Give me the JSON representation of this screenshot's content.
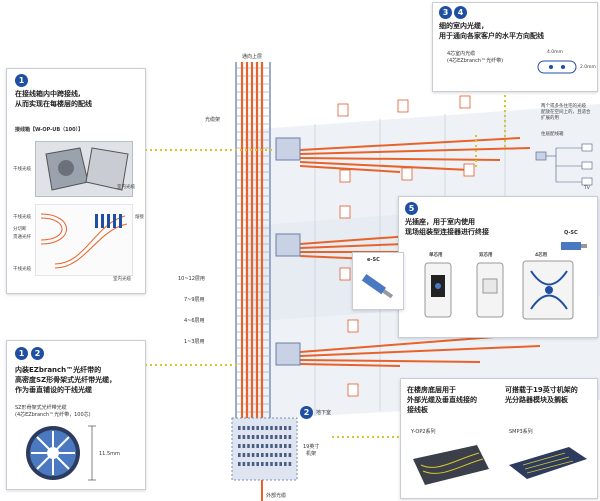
{
  "colors": {
    "accent": "#1f4fa3",
    "fiber": "#e8632a",
    "callout": "#d8c52c",
    "riser": "#7a8fb8",
    "floor": "#e9ecf2"
  },
  "callout1": {
    "badge": "1",
    "title_lines": [
      "在接线箱内中跨接线,",
      "从而实现在每楼层的配线"
    ],
    "product": "接线箱【W-OP-UB（100）】",
    "labels": {
      "trunk_cable": "干线光缆",
      "indoor_cable": "室内光缆",
      "trunk_cable2": "干线光缆",
      "cutter": "分切断",
      "shared_fiber": "贯通光纤",
      "connector": "熔接",
      "indoor_cable2": "室内光缆",
      "trunk_cable3": "干线光缆"
    }
  },
  "callout12": {
    "badges": [
      "1",
      "2"
    ],
    "title_lines": [
      "内装EZbranch™光纤带的",
      "高密度SZ形骨架式光纤带光缆，",
      "作为垂直铺设的干线光缆"
    ],
    "sub_lines": [
      "SZ形骨架式光纤带光缆",
      "(4芯EZbranch™光纤带，100芯)"
    ],
    "dimension": "11.5mm"
  },
  "callout34": {
    "badges": [
      "3",
      "4"
    ],
    "title_lines": [
      "细的室内光缆，",
      "用于通向各家客户的水平方向配线"
    ],
    "product_lines": [
      "4芯室内光缆",
      "(4芯EZbranch™光纤带)"
    ],
    "width_dim": "4.0mm",
    "height_dim": "2.0mm"
  },
  "callout5": {
    "badge": "5",
    "title_lines": [
      "光插座，用于室内使用",
      "现场组装型连接器进行终接"
    ],
    "connector_label": "e-SC",
    "qsc_label": "Q-SC",
    "outlet_labels": [
      "单芯用",
      "双芯用",
      "4芯用"
    ]
  },
  "bottom_right": {
    "left_title_lines": [
      "在楼房底层用于",
      "外部光缆及垂直线接的",
      "接线板"
    ],
    "right_title_lines": [
      "可搭载于19英寸机架的",
      "光分路器模块及搁板"
    ],
    "left_series": "Y-OP2系列",
    "right_series": "SMP3系列"
  },
  "building": {
    "top_label": "通向上层",
    "cable_rack": "光缆架",
    "floors": [
      "10~12层用",
      "7~9层用",
      "4~6层用",
      "1~3层用"
    ],
    "basement_badge": "2",
    "basement_label": "地下室",
    "rack_label_lines": [
      "19英寸",
      "机架"
    ],
    "outside_cable": "外部光缆"
  },
  "unit": {
    "note_lines": [
      "两个或多条住宅的光缆",
      "配放在空间上的，且适合",
      "扩展的用"
    ],
    "distribution_box": "住居配线箱",
    "tv": "TV"
  }
}
